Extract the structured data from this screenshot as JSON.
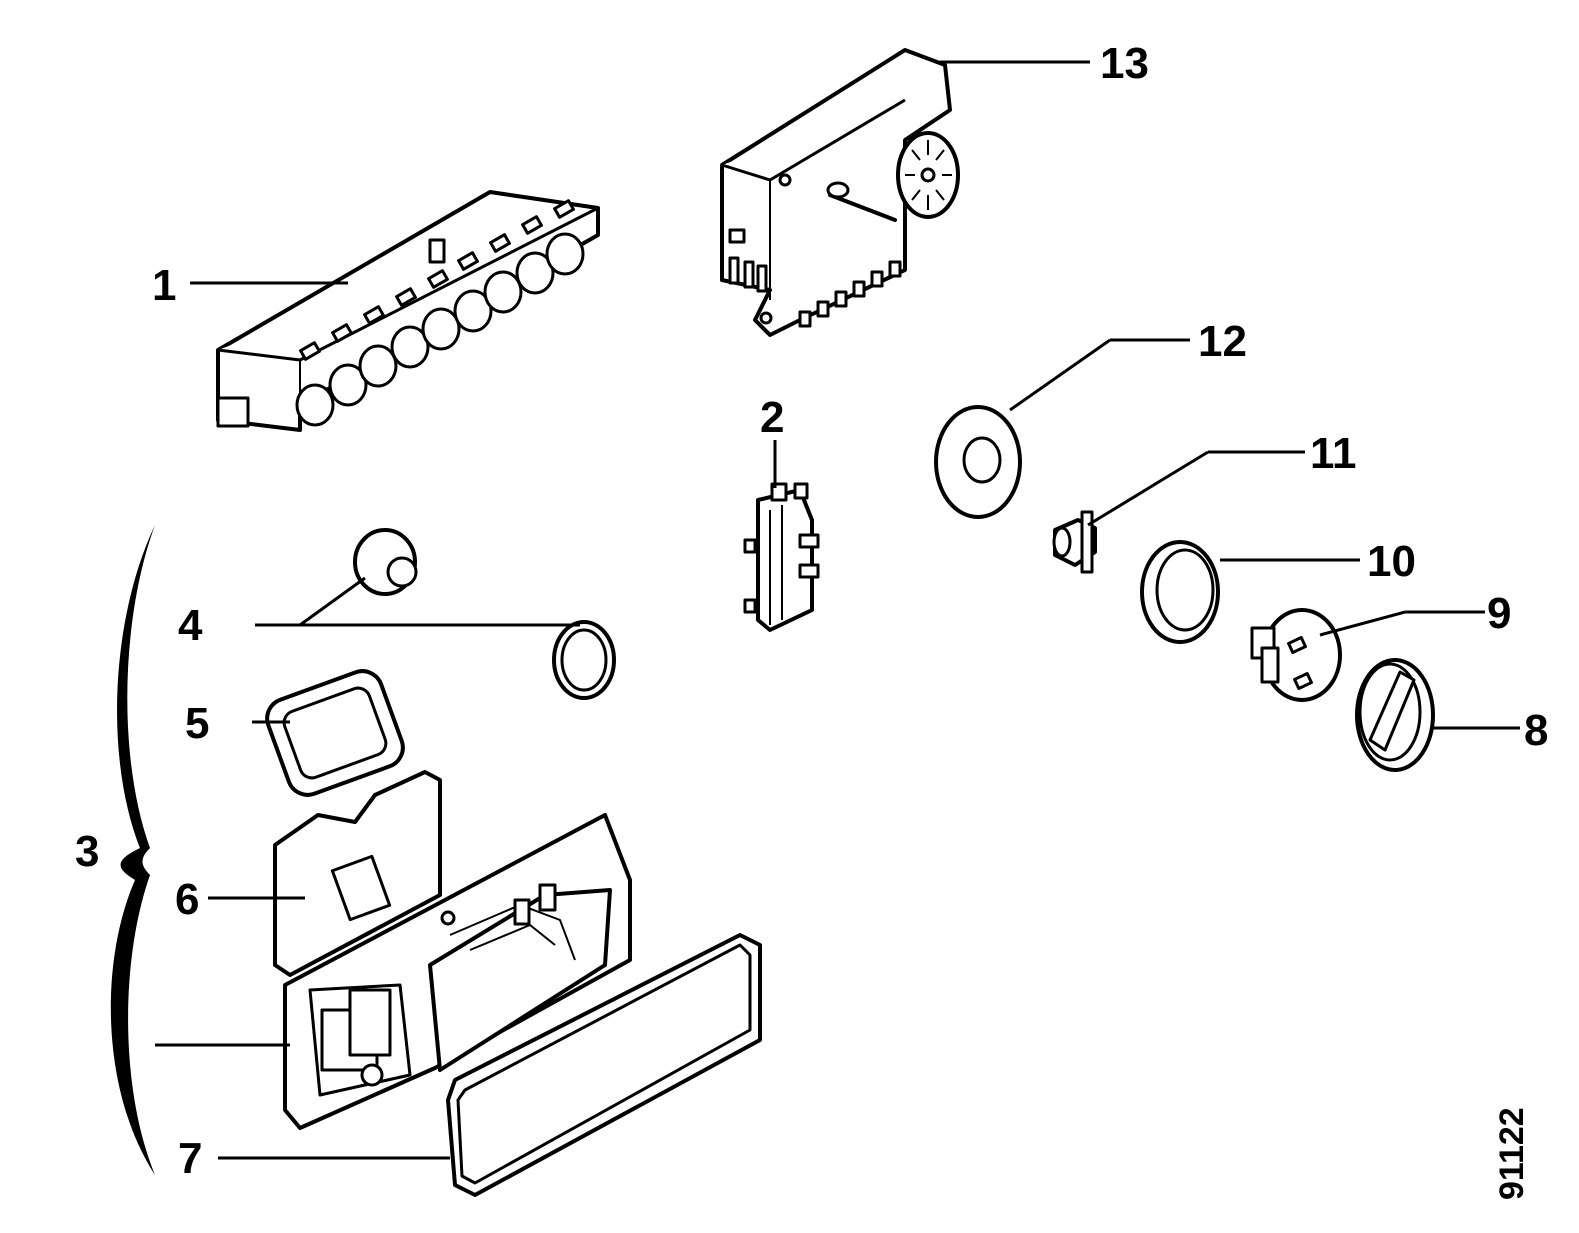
{
  "diagram_id": "91122",
  "labels": {
    "l1": "1",
    "l2": "2",
    "l3": "3",
    "l4": "4",
    "l5": "5",
    "l6": "6",
    "l7": "7",
    "l8": "8",
    "l9": "9",
    "l10": "10",
    "l11": "11",
    "l12": "12",
    "l13": "13"
  },
  "icons": [
    "button-strip",
    "timer-motor",
    "switch-block",
    "seal-ring",
    "knob",
    "dispenser-assembly",
    "gasket"
  ]
}
